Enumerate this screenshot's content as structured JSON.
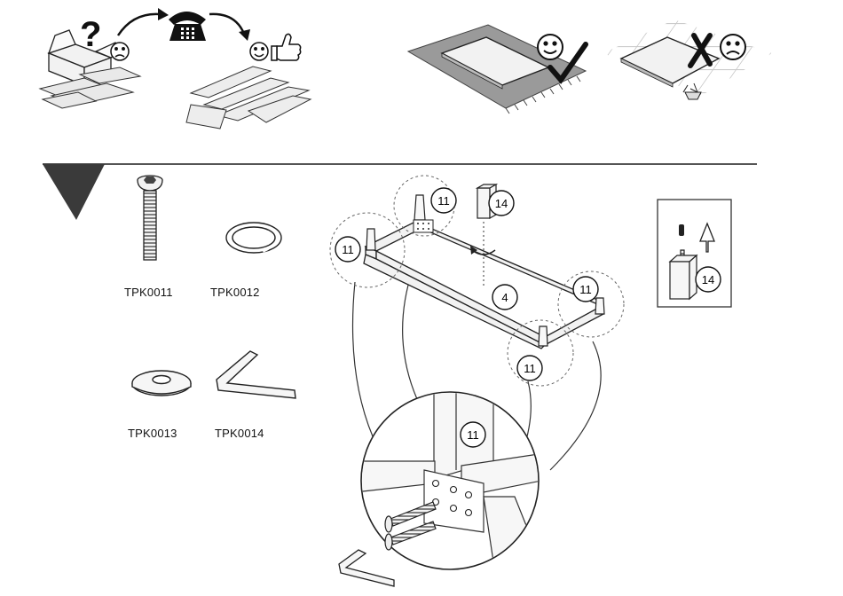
{
  "parts": [
    {
      "code": "TPK0011",
      "item": "bolt"
    },
    {
      "code": "TPK0012",
      "item": "split-ring"
    },
    {
      "code": "TPK0013",
      "item": "washer"
    },
    {
      "code": "TPK0014",
      "item": "allen-key"
    }
  ],
  "callouts": {
    "corner_a": "11",
    "corner_b": "11",
    "corner_c": "11",
    "corner_d": "11",
    "detail": "11",
    "foot": "14",
    "frame": "4",
    "inset_foot": "14"
  },
  "icons": [
    "question-mark-icon",
    "sad-face-icon",
    "telephone-icon",
    "smile-face-icon",
    "thumbs-up-icon",
    "check-icon",
    "cross-icon",
    "arrow-up-icon"
  ],
  "colors": {
    "line": "#111111",
    "panel": "#eeeeee",
    "rug": "#9a9a9a",
    "tile": "#cccccc",
    "triangle": "#3a3a3a"
  }
}
